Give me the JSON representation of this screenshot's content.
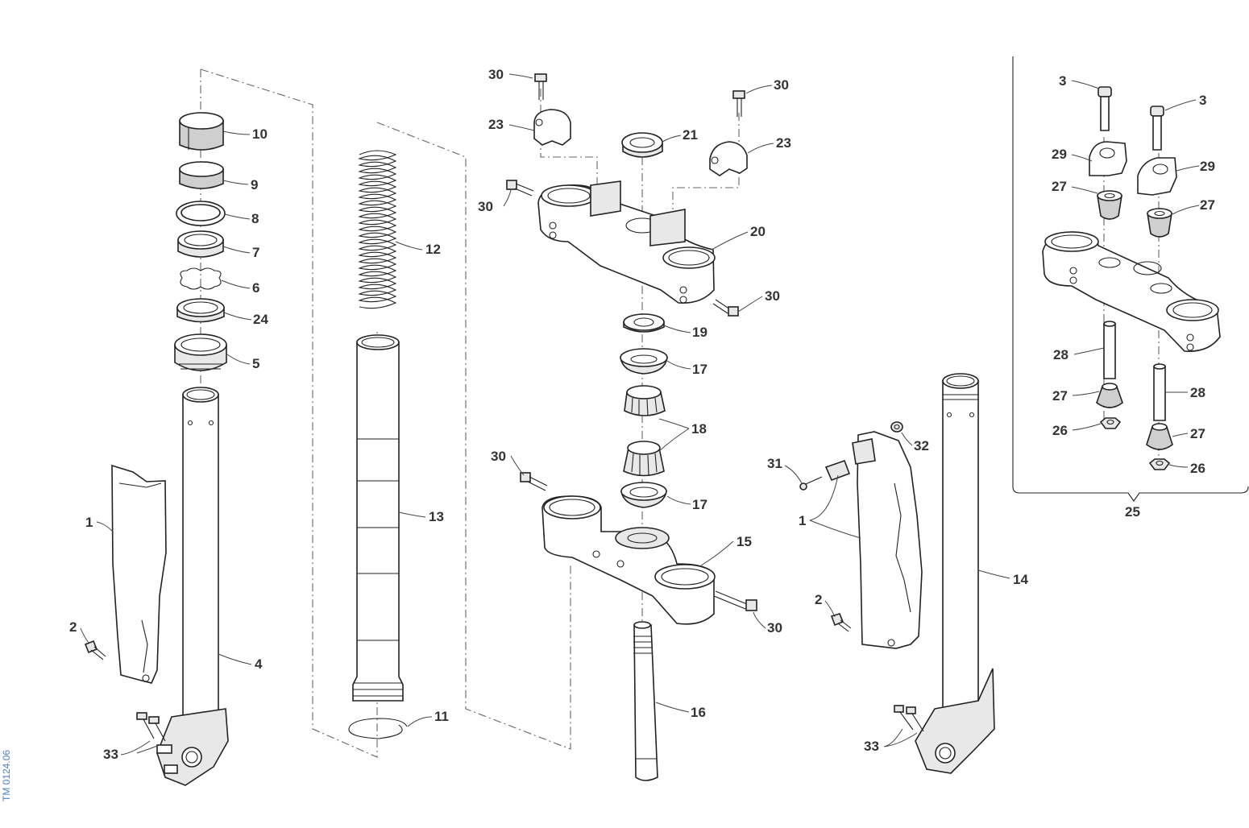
{
  "drawing_ref": "TM 0124.06",
  "callouts": {
    "c1a": "1",
    "c2a": "2",
    "c33a": "33",
    "c4": "4",
    "c5": "5",
    "c24": "24",
    "c6": "6",
    "c7": "7",
    "c8": "8",
    "c9": "9",
    "c10": "10",
    "c12": "12",
    "c13": "13",
    "c11": "11",
    "c30a": "30",
    "c23a": "23",
    "c30b": "30",
    "c21": "21",
    "c30c": "30",
    "c23b": "23",
    "c20": "20",
    "c30d": "30",
    "c19": "19",
    "c17a": "17",
    "c18": "18",
    "c30e": "30",
    "c17b": "17",
    "c15": "15",
    "c30f": "30",
    "c16": "16",
    "c31": "31",
    "c32": "32",
    "c1b": "1",
    "c2b": "2",
    "c33b": "33",
    "c14": "14",
    "c3a": "3",
    "c3b": "3",
    "c29a": "29",
    "c29b": "29",
    "c27a": "27",
    "c27b": "27",
    "c28a": "28",
    "c28b": "28",
    "c27c": "27",
    "c27d": "27",
    "c26a": "26",
    "c26b": "26",
    "c25": "25"
  }
}
